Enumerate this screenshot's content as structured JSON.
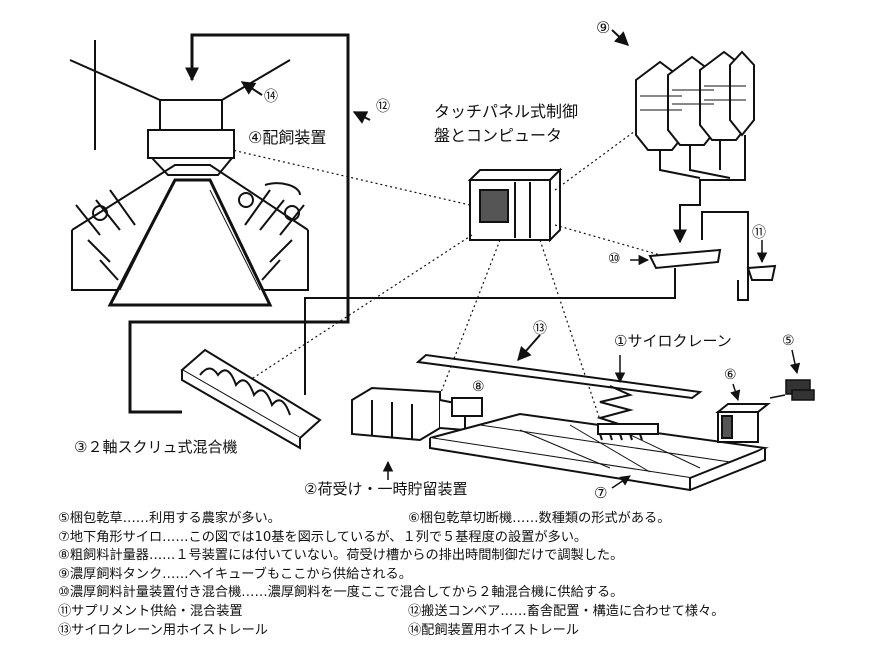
{
  "labels": {
    "n9": "⑨",
    "n14": "⑭",
    "n4": "④配飼装置",
    "n12": "⑫",
    "control_line1": "タッチパネル式制御",
    "control_line2": "盤とコンピュータ",
    "n10": "⑩",
    "n11": "⑪",
    "n13": "⑬",
    "n1": "①サイロクレーン",
    "n5": "⑤",
    "n6": "⑥",
    "n8": "⑧",
    "n3": "③２軸スクリュ式混合機",
    "n2": "②荷受け・一時貯留装置",
    "n7": "⑦"
  },
  "notes": [
    [
      "⑤梱包乾草……利用する農家が多い。",
      "⑥梱包乾草切断機……数種類の形式がある。"
    ],
    [
      "⑦地下角形サイロ……この図では10基を図示しているが、１列で５基程度の設置が多い。"
    ],
    [
      "⑧粗飼料計量器……１号装置には付いていない。荷受け槽からの排出時間制御だけで調製した。"
    ],
    [
      "⑨濃厚飼料タンク……ヘイキューブもここから供給される。"
    ],
    [
      "⑩濃厚飼料計量装置付き混合機……濃厚飼料を一度ここで混合してから２軸混合機に供給する。"
    ],
    [
      "⑪サプリメント供給・混合装置",
      "⑫搬送コンベア……畜舎配置・構造に合わせて様々。"
    ],
    [
      "⑬サイロクレーン用ホイストレール",
      "⑭配飼装置用ホイストレール"
    ]
  ]
}
